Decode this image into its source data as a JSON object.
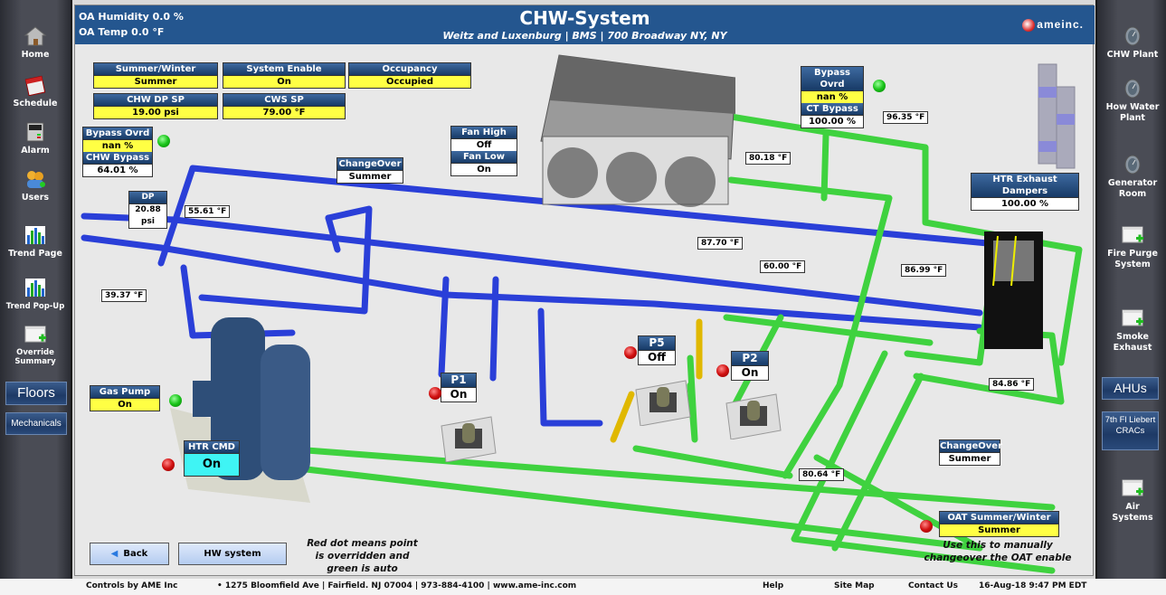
{
  "header": {
    "oa_humidity": "OA Humidity 0.0 %",
    "oa_temp": "OA Temp  0.0 °F",
    "title": "CHW-System",
    "subtitle": "Weitz and Luxenburg | BMS | 700 Broadway NY, NY",
    "logo": "ameinc."
  },
  "left_nav": {
    "items": [
      {
        "label": "Home",
        "icon": "house-icon"
      },
      {
        "label": "Schedule",
        "icon": "calendar-icon"
      },
      {
        "label": "Alarm",
        "icon": "alarm-panel-icon"
      },
      {
        "label": "Users",
        "icon": "users-icon"
      },
      {
        "label": "Trend Page",
        "icon": "bar-chart-icon"
      },
      {
        "label": "Trend Pop-Up",
        "icon": "bar-chart-icon"
      },
      {
        "label": "Override Summary",
        "icon": "window-plus-icon"
      }
    ],
    "buttons": [
      "Floors",
      "Mechanicals"
    ]
  },
  "right_nav": {
    "items": [
      {
        "label": "CHW Plant",
        "icon": "gauge-icon"
      },
      {
        "label": "How Water Plant",
        "icon": "gauge-icon"
      },
      {
        "label": "Generator Room",
        "icon": "gauge-icon"
      },
      {
        "label": "Fire Purge System",
        "icon": "window-plus-icon"
      },
      {
        "label": "Smoke Exhaust",
        "icon": "window-plus-icon"
      },
      {
        "label": "Air Systems",
        "icon": "window-plus-icon"
      }
    ],
    "buttons": [
      "AHUs",
      "7th Fl Liebert CRACs"
    ]
  },
  "points": {
    "summer_winter": {
      "label": "Summer/Winter",
      "value": "Summer"
    },
    "system_enable": {
      "label": "System Enable",
      "value": "On"
    },
    "occupancy": {
      "label": "Occupancy",
      "value": "Occupied"
    },
    "chw_dp_sp": {
      "label": "CHW DP SP",
      "value": "19.00 psi"
    },
    "cws_sp": {
      "label": "CWS SP",
      "value": "79.00 °F"
    },
    "bypass_ovrd_chw": {
      "label": "Bypass Ovrd",
      "value": "nan %"
    },
    "chw_bypass": {
      "label": "CHW Bypass",
      "value": "64.01 %"
    },
    "dp": {
      "label": "DP",
      "value": "20.88 psi"
    },
    "changeover_chw": {
      "label": "ChangeOver",
      "value": "Summer"
    },
    "fan_high": {
      "label": "Fan High",
      "value": "Off"
    },
    "fan_low": {
      "label": "Fan Low",
      "value": "On"
    },
    "bypass_ovrd_ct": {
      "label": "Bypass Ovrd",
      "value": "nan %"
    },
    "ct_bypass": {
      "label": "CT Bypass",
      "value": "100.00 %"
    },
    "htr_exhaust_dampers": {
      "label": "HTR Exhaust Dampers",
      "value": "100.00 %"
    },
    "gas_pump": {
      "label": "Gas Pump",
      "value": "On"
    },
    "htr_cmd": {
      "label": "HTR CMD",
      "value": "On"
    },
    "p1": {
      "label": "P1",
      "value": "On"
    },
    "p5": {
      "label": "P5",
      "value": "Off"
    },
    "p2": {
      "label": "P2",
      "value": "On"
    },
    "changeover_cw": {
      "label": "ChangeOver",
      "value": "Summer"
    },
    "oat_summer_winter": {
      "label": "OAT Summer/Winter",
      "value": "Summer"
    }
  },
  "temps": {
    "t1": "55.61 °F",
    "t2": "39.37 °F",
    "t3": "96.35 °F",
    "t4": "80.18 °F",
    "t5": "87.70 °F",
    "t6": "60.00 °F",
    "t7": "86.99 °F",
    "t8": "84.86 °F",
    "t9": "80.64 °F"
  },
  "buttons": {
    "back": "Back",
    "hw_system": "HW system"
  },
  "notes": {
    "legend": "Red dot means point is overridden and green is auto",
    "oat": "Use this to manually changeover the OAT enable"
  },
  "footer": {
    "controls": "Controls by AME Inc",
    "address": "•  1275 Bloomfield Ave | Fairfield. NJ 07004 | 973-884-4100 | www.ame-inc.com",
    "help": "Help",
    "site_map": "Site Map",
    "contact": "Contact Us",
    "datetime": "16-Aug-18 9:47 PM EDT"
  },
  "colors": {
    "header_bg": "#24568f",
    "chw_pipe": "#2a3fd8",
    "cw_pipe": "#3fd23f",
    "hw_pipe": "#e8c000",
    "override": "#d01010",
    "auto": "#19c419",
    "value_yellow": "#ffff44"
  }
}
